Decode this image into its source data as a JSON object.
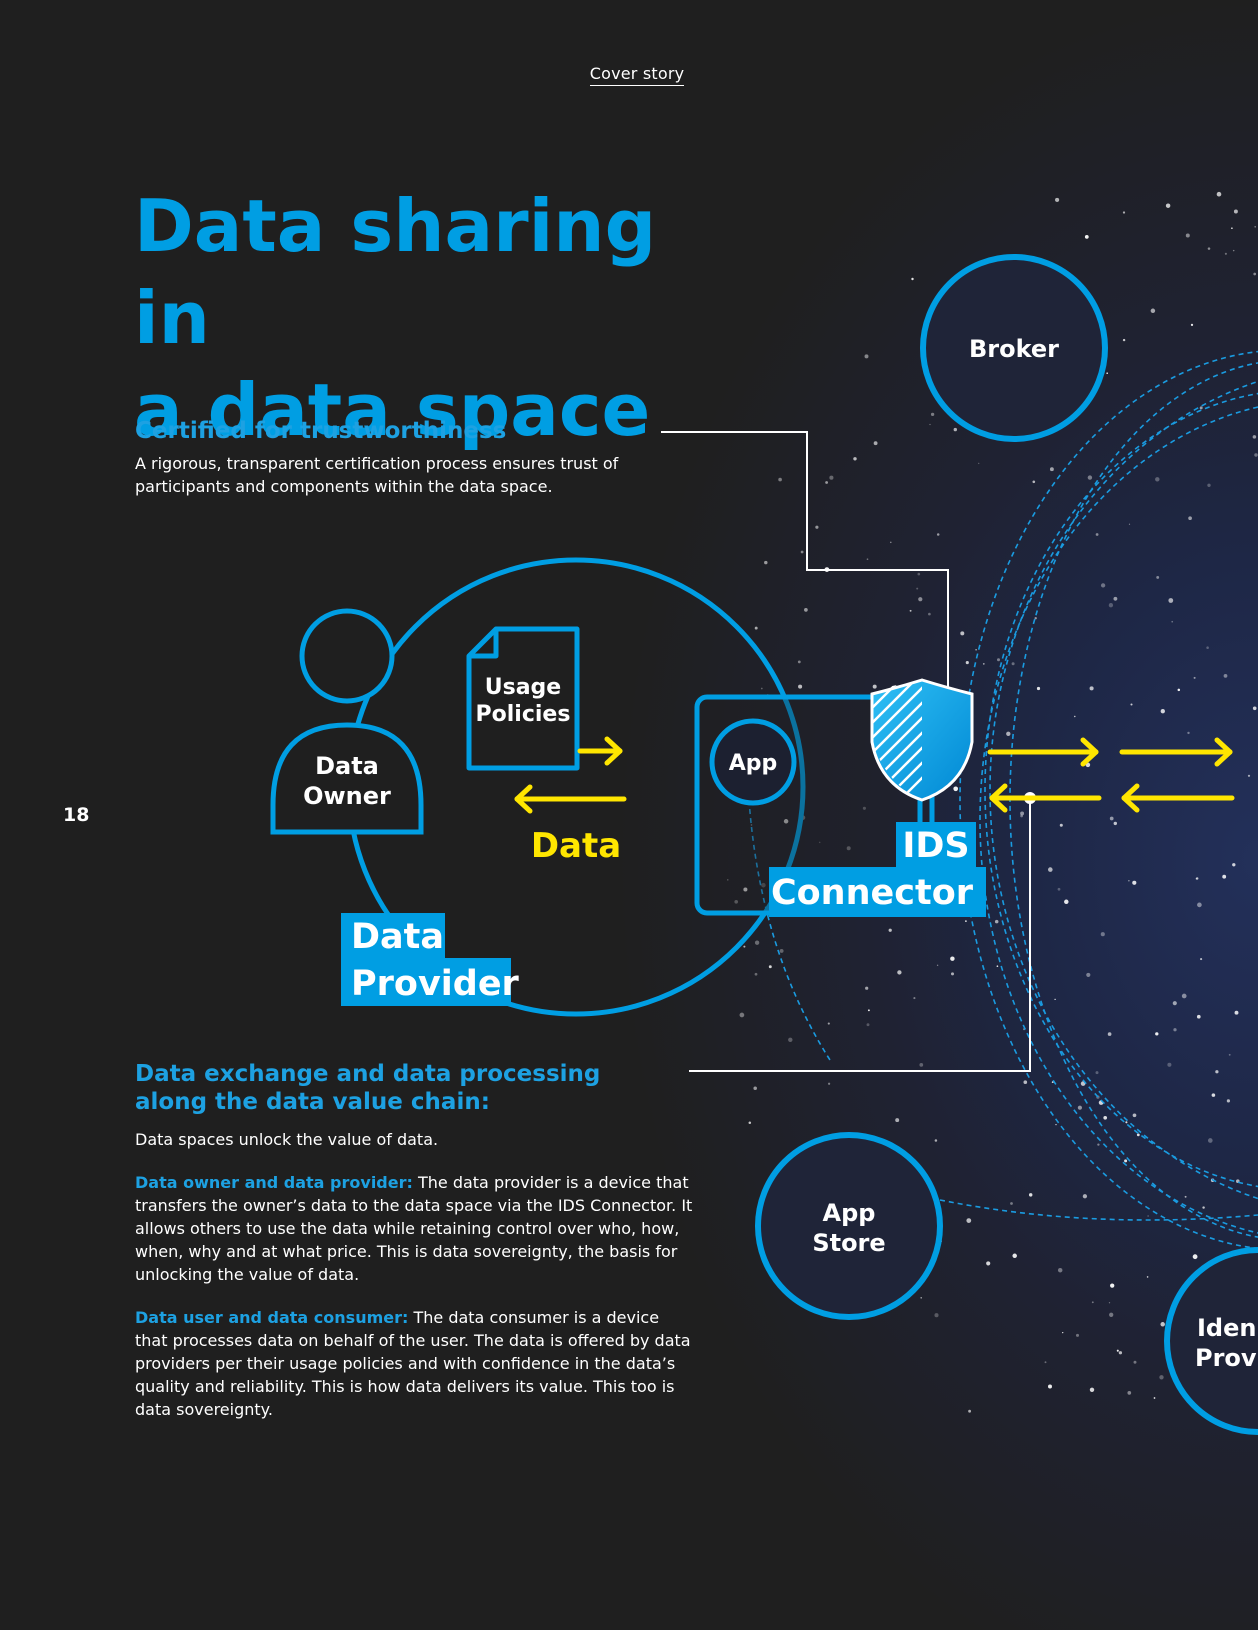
{
  "header": {
    "section": "Cover story"
  },
  "title": {
    "line1": "Data sharing in",
    "line2": "a data space"
  },
  "certified": {
    "heading": "Certified for trustworthiness",
    "text": "A rigorous, transparent certification process ensures trust of participants and components within the data space."
  },
  "exchange": {
    "heading": "Data exchange and data processing along the data value chain:",
    "intro": "Data spaces unlock the value of data.",
    "owner_label": "Data owner and data provider:",
    "owner_text": " The data provider is a device that transfers the owner’s data to the data space via the IDS Connector. It allows others to use the data while retaining control over who, how, when, why and at what price. This is data sovereignty, the basis for unlocking the value of data.",
    "consumer_label": "Data user and data consumer:",
    "consumer_text": " The data consumer is a device that processes data on behalf of the user. The data is offered by data providers per their usage policies and with confidence in the data’s quality and reliability. This is how data delivers its value. This too is data sovereignty."
  },
  "page_number": "18",
  "diagram": {
    "data_owner": {
      "line1": "Data",
      "line2": "Owner"
    },
    "usage_policies": {
      "line1": "Usage",
      "line2": "Policies"
    },
    "data_label": "Data",
    "data_provider": {
      "line1": "Data",
      "line2": "Provider"
    },
    "app": "App",
    "ids_connector": {
      "line1": "IDS",
      "line2": "Connector"
    },
    "broker": "Broker",
    "app_store": {
      "line1": "App",
      "line2": "Store"
    },
    "identity_provider": {
      "line1": "Iden",
      "line2": "Prov"
    }
  },
  "colors": {
    "accent_blue": "#009ee3",
    "arrow_yellow": "#ffe600",
    "background": "#1f1f1f"
  }
}
